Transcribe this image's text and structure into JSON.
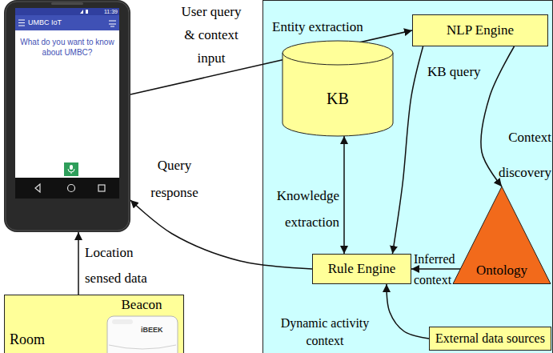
{
  "diagram": {
    "nodes": [
      {
        "text": [
          "11:39",
          "UMBC IoT",
          "What do you want to know about UMBC?"
        ]
      },
      {
        "text": [
          "NLP Engine"
        ]
      },
      {
        "text": [
          "KB"
        ]
      },
      {
        "text": [
          "Rule Engine"
        ]
      },
      {
        "text": [
          "Ontology"
        ]
      },
      {
        "text": [
          "External data sources"
        ]
      },
      {
        "text": [
          "Room"
        ]
      },
      {
        "text": [
          "Beacon",
          "iBEEK"
        ],
        "in": 6
      }
    ],
    "edges": [
      {
        "from": 0,
        "to": 1,
        "arrow": "to",
        "label": "User query & context input"
      },
      {
        "from": 1,
        "to": 3,
        "arrow": "to",
        "label": "KB query"
      },
      {
        "from": 1,
        "to": 4,
        "arrow": "to",
        "label": "Context discovery"
      },
      {
        "from": 2,
        "to": 3,
        "arrow": "both",
        "label": "Knowledge extraction"
      },
      {
        "from": 4,
        "to": 3,
        "arrow": "to",
        "label": "Inferred context"
      },
      {
        "from": 5,
        "to": 3,
        "arrow": "to",
        "label": "Dynamic activity context"
      },
      {
        "from": 3,
        "to": 0,
        "arrow": "to",
        "label": "Query response"
      },
      {
        "from": 6,
        "to": 0,
        "arrow": "to",
        "label": "Location sensed data"
      }
    ],
    "labels": [
      "Entity extraction"
    ]
  }
}
